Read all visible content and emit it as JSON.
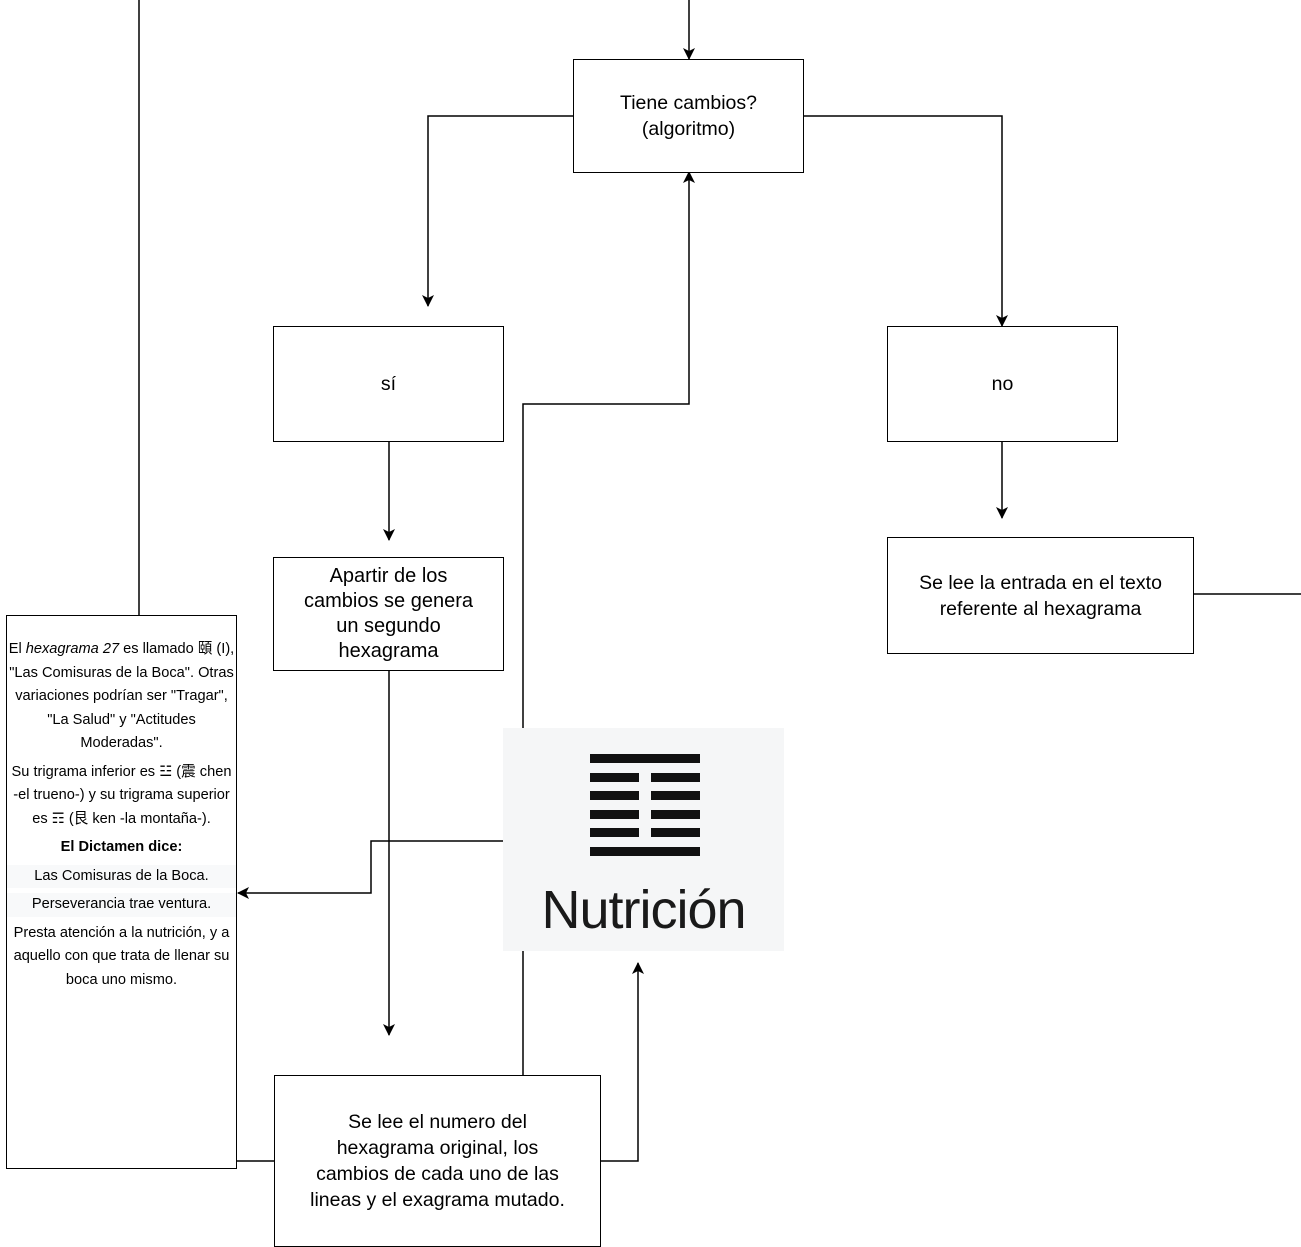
{
  "nodes": {
    "tiene_cambios": {
      "line1": "Tiene cambios?",
      "line2": "(algoritmo)"
    },
    "si": {
      "label": "sí"
    },
    "no": {
      "label": "no"
    },
    "apartir": {
      "line1": "Apartir de los",
      "line2": "cambios se genera",
      "line3": "un segundo",
      "line4": "hexagrama"
    },
    "se_lee_entrada": {
      "line1": "Se lee la entrada en el texto",
      "line2": "referente al hexagrama"
    },
    "se_lee_numero": {
      "line1": "Se lee el numero del",
      "line2": "hexagrama original, los",
      "line3": "cambios de cada uno de las",
      "line4": "lineas y el exagrama mutado."
    }
  },
  "info_panel": {
    "p1_pre": "El ",
    "p1_em": "hexagrama 27",
    "p1_post": " es llamado 頤 (I), \"Las Comisuras de la Boca\". Otras variaciones podrían ser \"Tragar\", \"La Salud\" y \"Actitudes Moderadas\".",
    "p2": "Su trigrama inferior es ☳ (震 chen -el trueno-) y su trigrama superior es ☶ (艮 ken -la montaña-).",
    "dictamen_heading": "El Dictamen dice:",
    "dictamen_1": "Las Comisuras de la Boca.",
    "dictamen_2": "Perseverancia trae ventura.",
    "dictamen_3": "Presta atención a la nutrición, y a aquello con que trata de llenar su boca uno mismo."
  },
  "hexagram_image": {
    "title": "Nutrición",
    "lines": [
      "solid",
      "broken",
      "broken",
      "broken",
      "broken",
      "solid"
    ]
  },
  "colors": {
    "stroke": "#000000",
    "image_bg": "#f5f6f7"
  }
}
